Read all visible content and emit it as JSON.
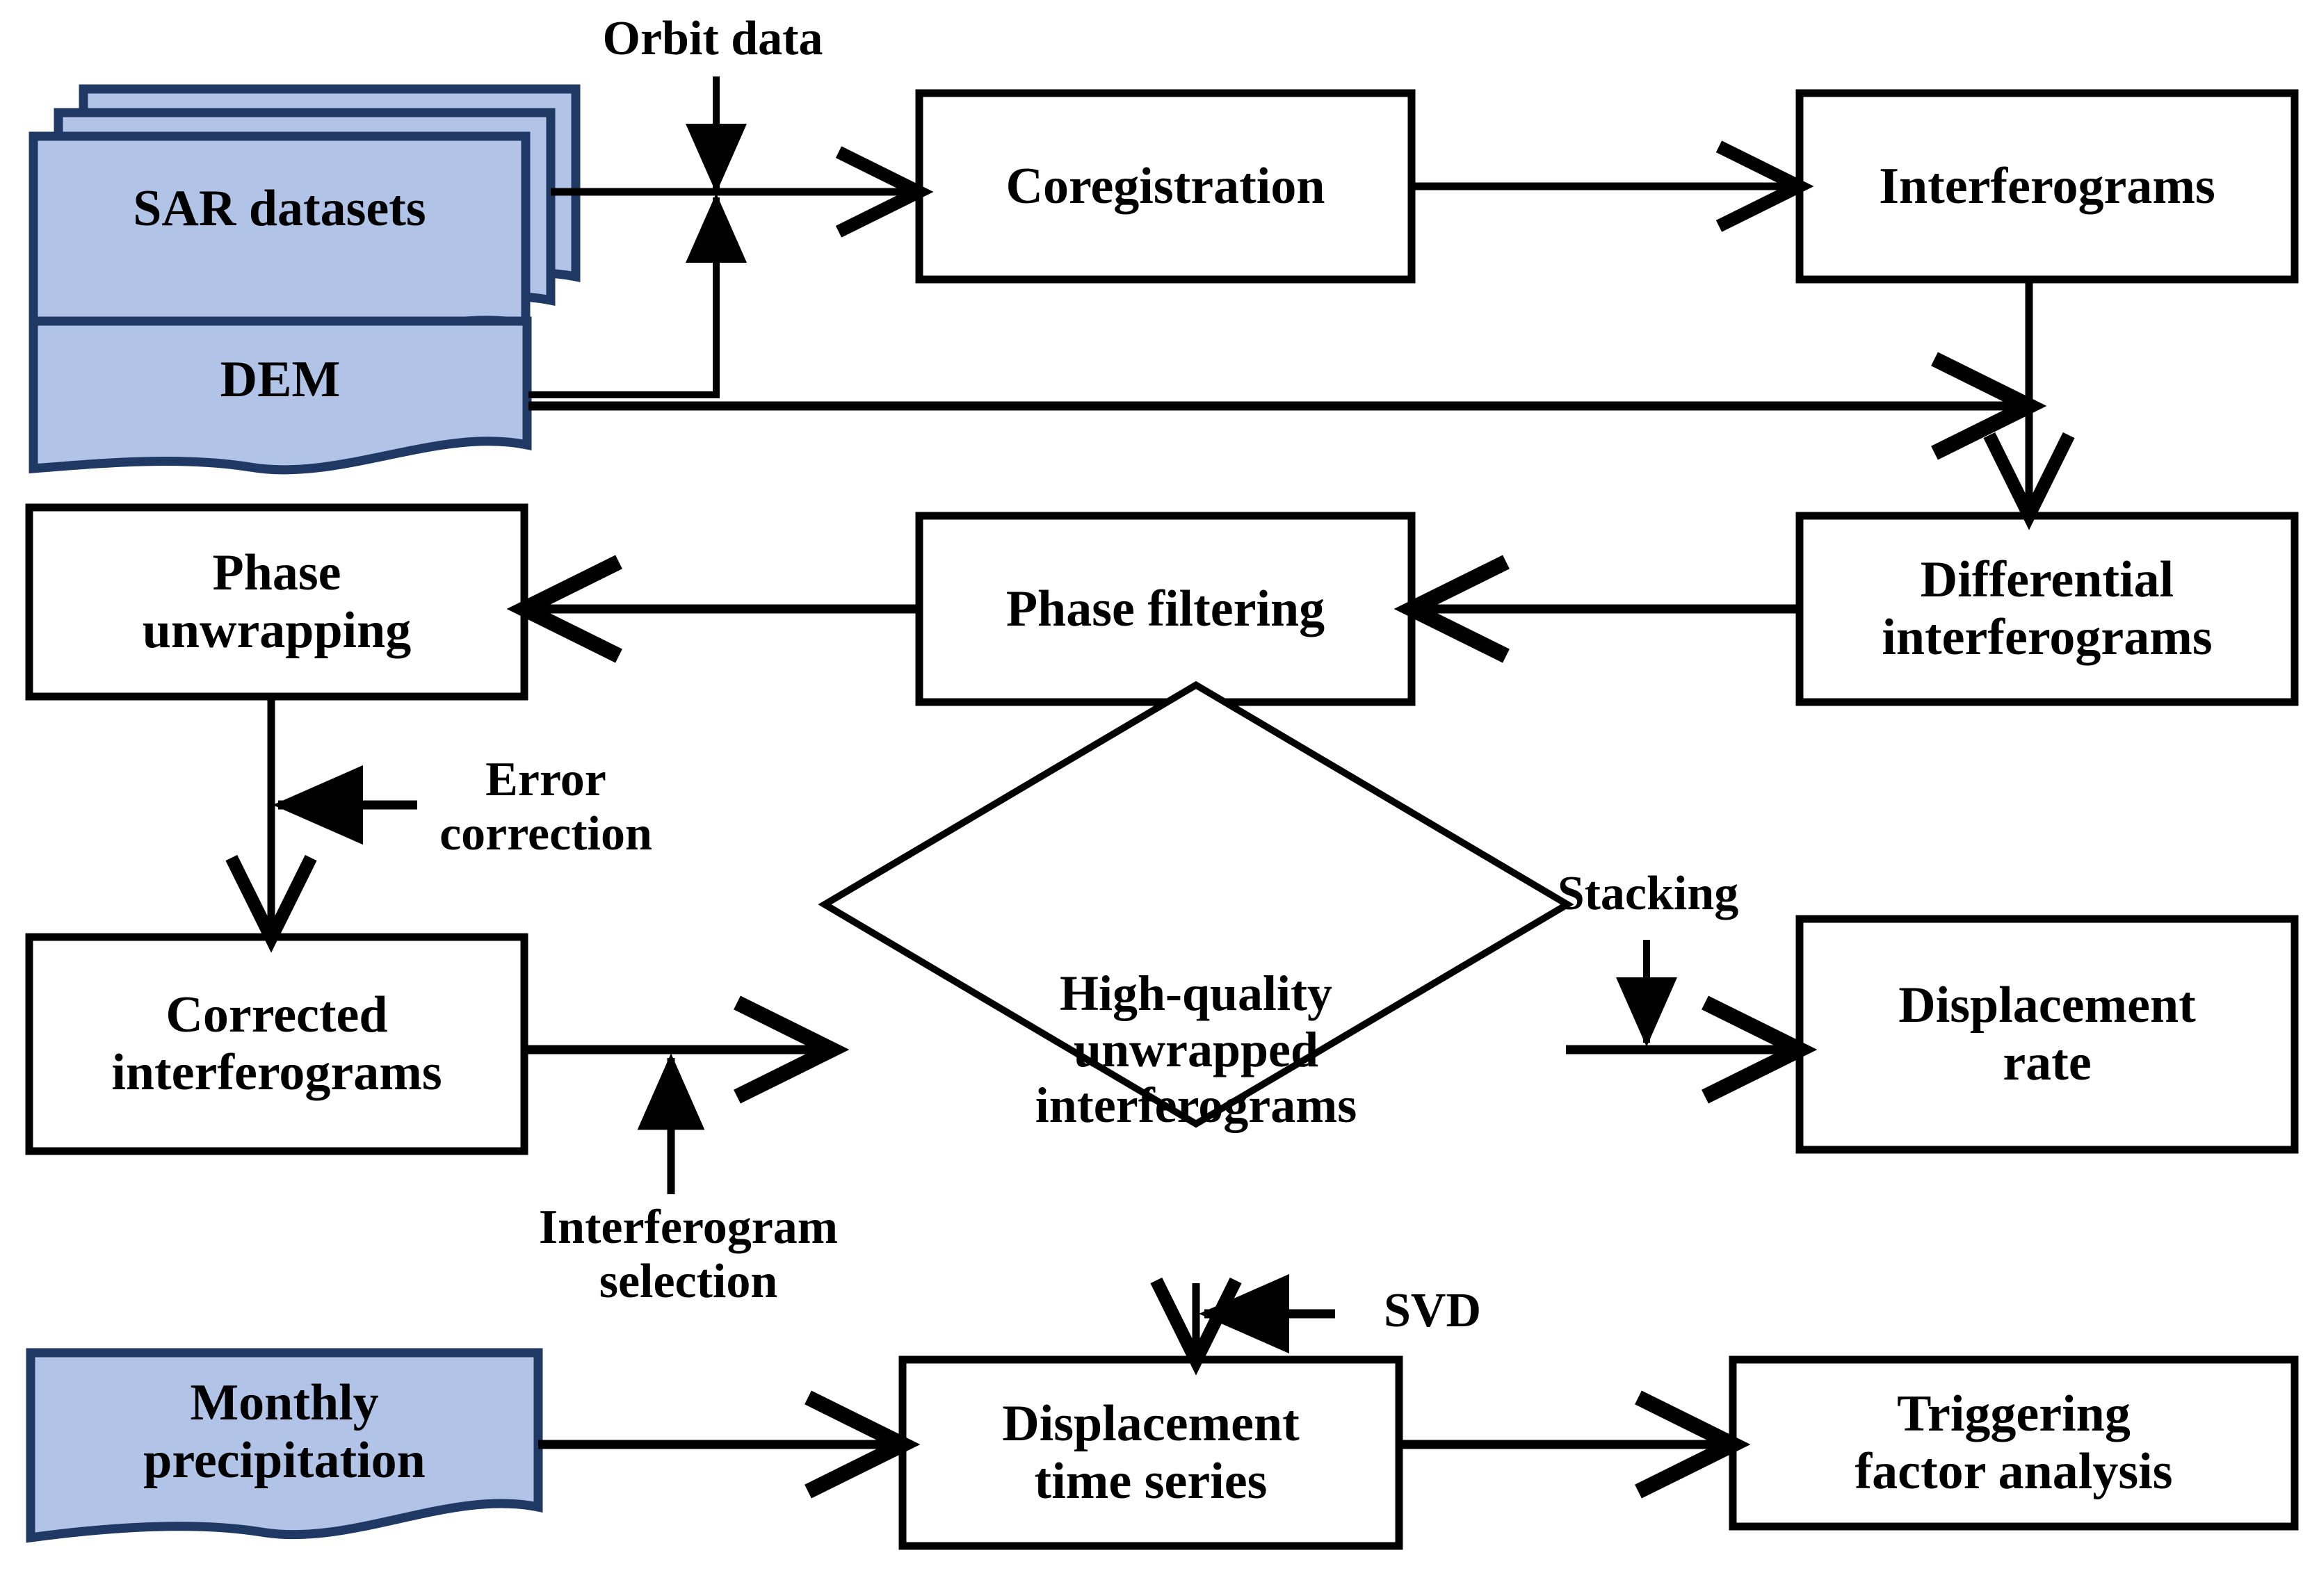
{
  "diagram": {
    "title": "InSAR processing and landslide displacement analysis workflow",
    "type": "flowchart",
    "colors": {
      "document_fill": "#b1c4e7",
      "document_border": "#1f3864",
      "process_border": "#000000",
      "process_fill": "#ffffff",
      "connector": "#000000"
    }
  },
  "nodes": {
    "sar_datasets": {
      "label": "SAR datasets",
      "shape": "document-stack"
    },
    "dem": {
      "label": "DEM",
      "shape": "document"
    },
    "coregistration": {
      "label": "Coregistration",
      "shape": "process"
    },
    "interferograms": {
      "label": "Interferograms",
      "shape": "process"
    },
    "differential_interferograms": {
      "label": "Differential\ninterferograms",
      "shape": "process"
    },
    "phase_filtering": {
      "label": "Phase filtering",
      "shape": "process"
    },
    "phase_unwrapping": {
      "label": "Phase\nunwrapping",
      "shape": "process"
    },
    "corrected_interferograms": {
      "label": "Corrected\ninterferograms",
      "shape": "process"
    },
    "high_quality_unwrapped": {
      "label": "High-quality\nunwrapped\ninterferograms",
      "shape": "decision"
    },
    "displacement_rate": {
      "label": "Displacement\nrate",
      "shape": "process"
    },
    "monthly_precipitation": {
      "label": "Monthly\nprecipitation",
      "shape": "document"
    },
    "displacement_time_series": {
      "label": "Displacement\ntime series",
      "shape": "process"
    },
    "triggering_factor_analysis": {
      "label": "Triggering\nfactor analysis",
      "shape": "process"
    }
  },
  "edge_labels": {
    "orbit_data": "Orbit data",
    "error_correction": "Error\ncorrection",
    "interferogram_selection": "Interferogram\nselection",
    "stacking": "Stacking",
    "svd": "SVD"
  },
  "edges": [
    {
      "from": "sar_datasets",
      "to": "coregistration",
      "label": "Orbit data"
    },
    {
      "from": "dem",
      "to": "coregistration",
      "label": ""
    },
    {
      "from": "coregistration",
      "to": "interferograms",
      "label": ""
    },
    {
      "from": "interferograms",
      "to": "differential_interferograms",
      "label": ""
    },
    {
      "from": "dem",
      "to": "differential_interferograms",
      "label": ""
    },
    {
      "from": "differential_interferograms",
      "to": "phase_filtering",
      "label": ""
    },
    {
      "from": "phase_filtering",
      "to": "phase_unwrapping",
      "label": ""
    },
    {
      "from": "phase_unwrapping",
      "to": "corrected_interferograms",
      "label": "Error correction"
    },
    {
      "from": "corrected_interferograms",
      "to": "high_quality_unwrapped",
      "label": "Interferogram selection"
    },
    {
      "from": "high_quality_unwrapped",
      "to": "displacement_rate",
      "label": "Stacking"
    },
    {
      "from": "high_quality_unwrapped",
      "to": "displacement_time_series",
      "label": "SVD"
    },
    {
      "from": "monthly_precipitation",
      "to": "displacement_time_series",
      "label": ""
    },
    {
      "from": "displacement_time_series",
      "to": "triggering_factor_analysis",
      "label": ""
    }
  ]
}
